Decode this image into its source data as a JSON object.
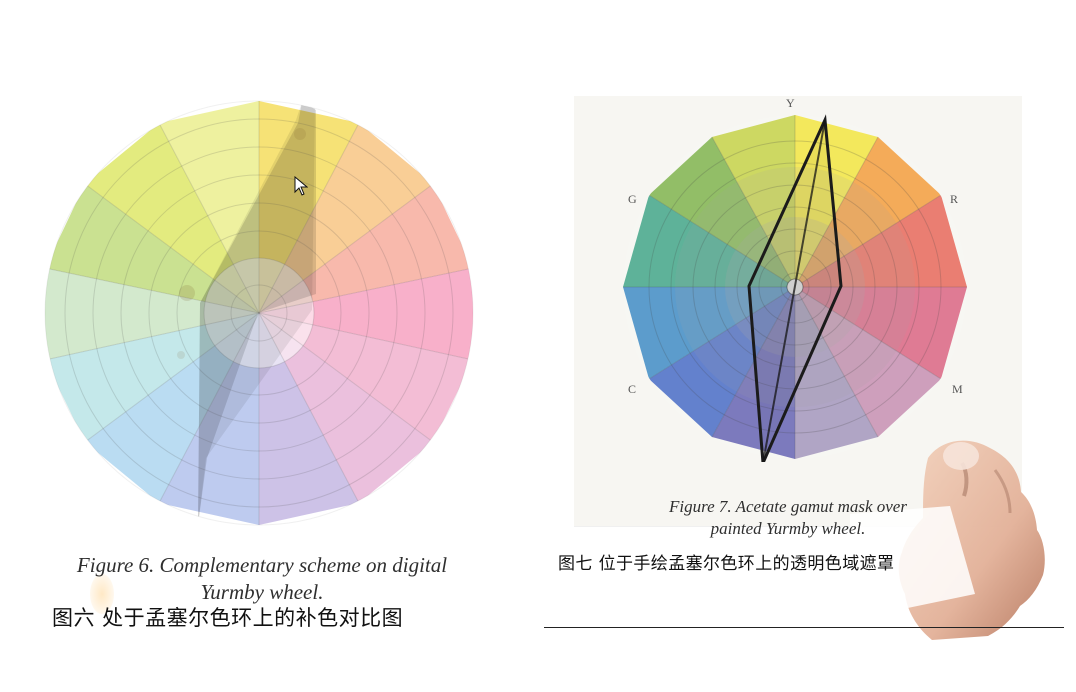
{
  "left_panel": {
    "caption": "Figure 6. Complementary scheme on digital Yurmby wheel.",
    "caption_zh": "图六 处于孟塞尔色环上的补色对比图"
  },
  "right_panel": {
    "caption": "Figure 7. Acetate gamut mask over painted Yurmby wheel.",
    "caption_zh": "图七 位于手绘孟塞尔色环上的透明色域遮罩",
    "labels": {
      "y": "Y",
      "g": "G",
      "r": "R",
      "c": "C",
      "m": "M"
    }
  },
  "colors": {
    "yellow": "#f2e64a",
    "green": "#b8d86a",
    "cyan": "#a6dfe2",
    "blue": "#7a86d0",
    "magenta": "#f4a9c9",
    "red": "#f6a38c",
    "mask_line": "#1b1b1b"
  }
}
